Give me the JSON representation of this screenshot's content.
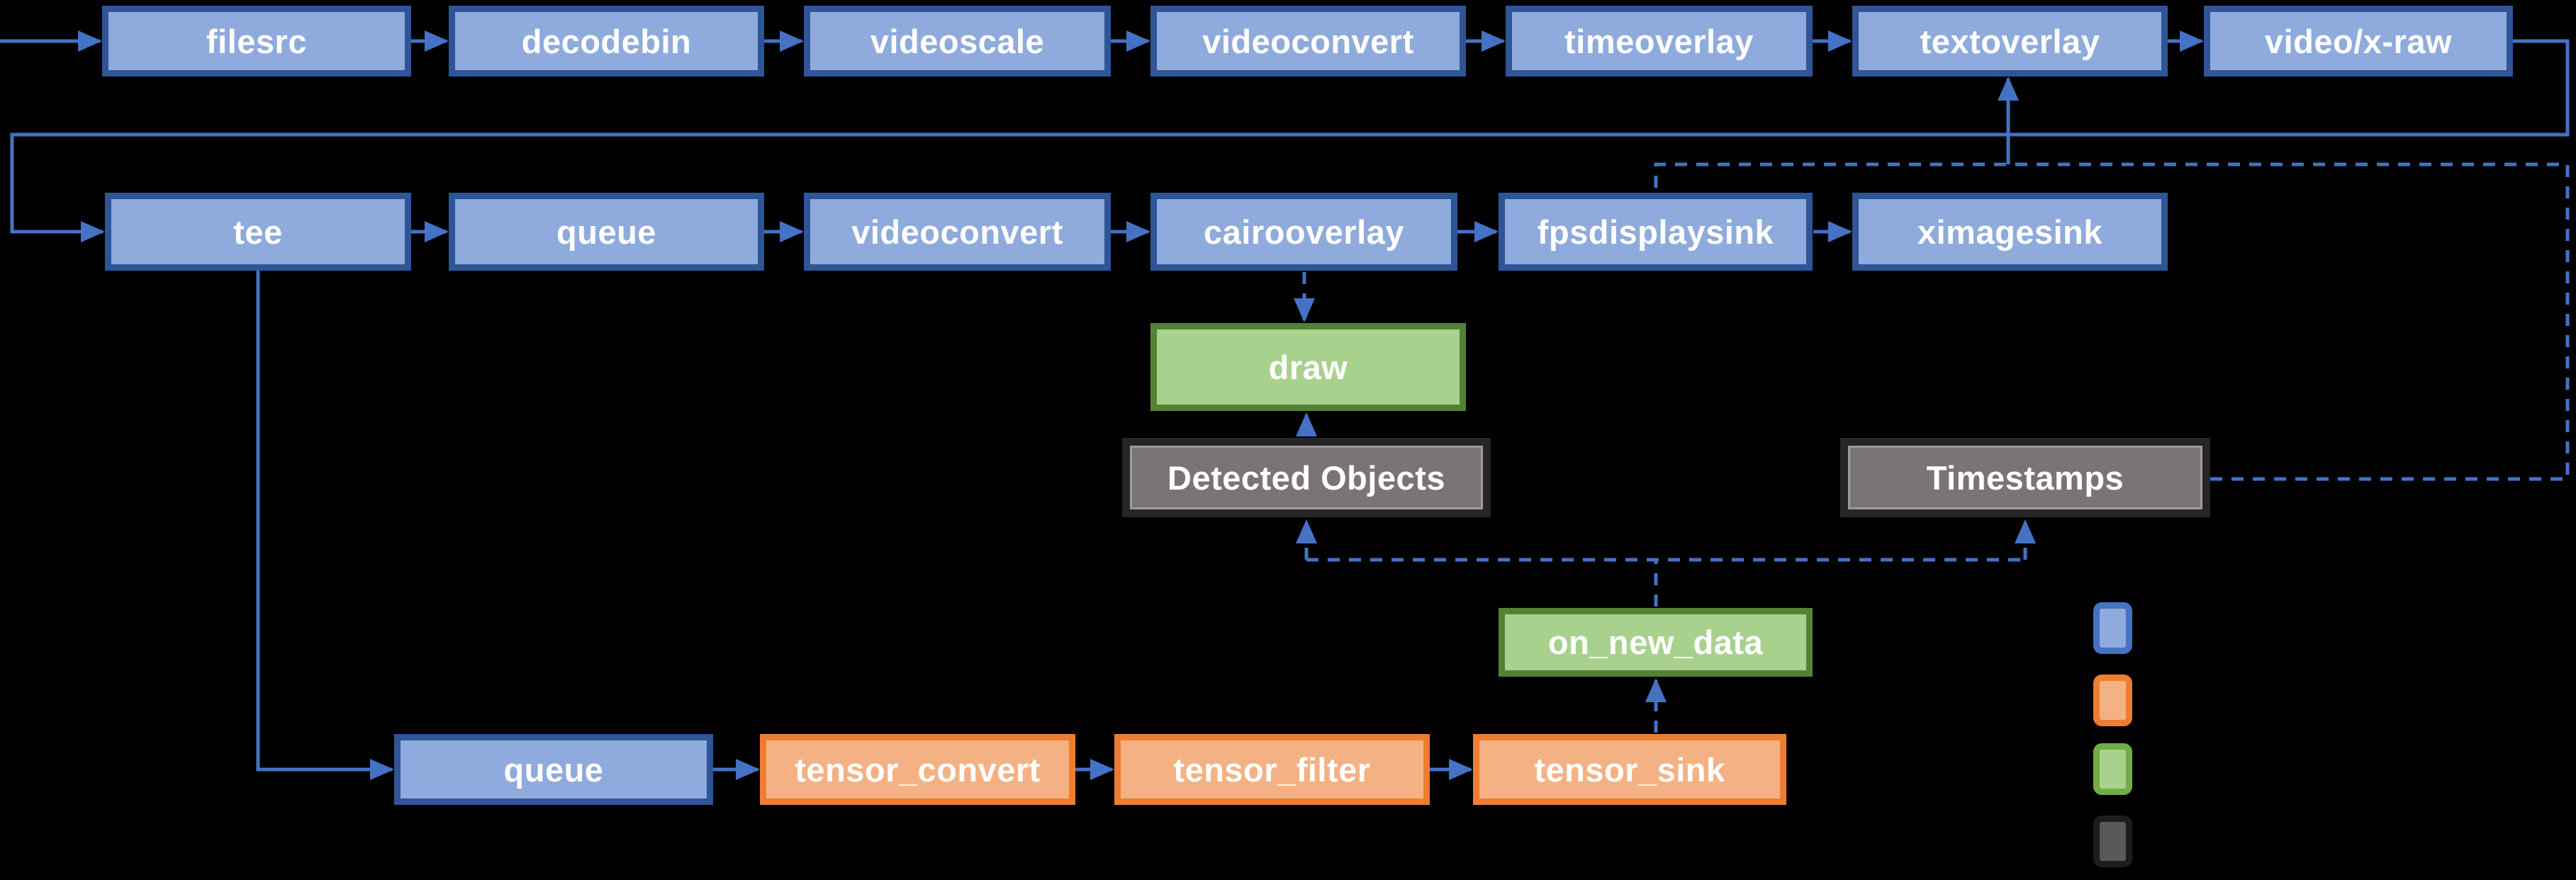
{
  "background": "#000000",
  "nodes": {
    "filesrc": "filesrc",
    "decodebin": "decodebin",
    "videoscale": "videoscale",
    "videoconvert1": "videoconvert",
    "timeoverlay": "timeoverlay",
    "textoverlay": "textoverlay",
    "videoxraw": "video/x-raw",
    "tee": "tee",
    "queue1": "queue",
    "videoconvert2": "videoconvert",
    "cairooverlay": "cairooverlay",
    "fpsdisplaysink": "fpsdisplaysink",
    "ximagesink": "ximagesink",
    "draw": "draw",
    "detected_objects": "Detected Objects",
    "timestamps": "Timestamps",
    "on_new_data": "on_new_data",
    "queue2": "queue",
    "tensor_convert": "tensor_convert",
    "tensor_filter": "tensor_filter",
    "tensor_sink": "tensor_sink"
  },
  "colors": {
    "connector": "#4472C4",
    "blue_fill": "#8FAADC",
    "blue_border": "#2E5596",
    "orange_fill": "#F4B183",
    "orange_border": "#ED7D31",
    "green_fill": "#A9D18E",
    "green_border": "#548235",
    "gray_fill": "#7A7574",
    "gray_border": "#262626",
    "text": "#FFFFFF"
  },
  "legend": {
    "items": [
      {
        "name": "blue-swatch",
        "fill": "#8FAADC",
        "border": "#4472C4"
      },
      {
        "name": "orange-swatch",
        "fill": "#F4B183",
        "border": "#ED7D31"
      },
      {
        "name": "green-swatch",
        "fill": "#A9D18E",
        "border": "#70AD47"
      },
      {
        "name": "gray-swatch",
        "fill": "#595959",
        "border": "#1D1D1D"
      }
    ]
  }
}
